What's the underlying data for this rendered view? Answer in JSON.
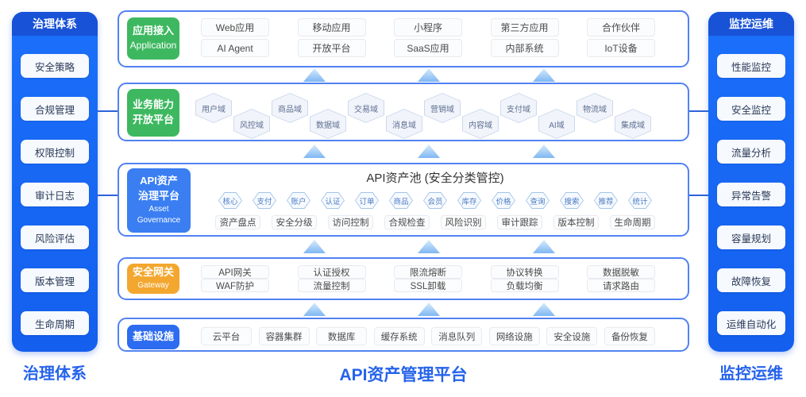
{
  "title": "API资产管理平台",
  "colors": {
    "sidebar_blue": "#1b70fa",
    "sidebar_header_blue": "#1852d6",
    "accent_green": "#3eb860",
    "accent_orange": "#f3a72f",
    "accent_blue_box": "#3a7ef2",
    "layer_border_blue": "#5282f2",
    "footer_text_blue": "#2563eb",
    "arrow_light_blue": "#7fb7f3"
  },
  "left_panel": {
    "header": "治理体系",
    "items": [
      "安全策略",
      "合规管理",
      "权限控制",
      "审计日志",
      "风险评估",
      "版本管理",
      "生命周期"
    ]
  },
  "right_panel": {
    "header": "监控运维",
    "items": [
      "性能监控",
      "安全监控",
      "流量分析",
      "异常告警",
      "容量规划",
      "故障恢复",
      "运维自动化"
    ]
  },
  "layers": {
    "application": {
      "label": {
        "line1": "应用接入",
        "line2": "Application"
      },
      "row1": [
        "Web应用",
        "移动应用",
        "小程序",
        "第三方应用",
        "合作伙伴"
      ],
      "row2": [
        "AI Agent",
        "开放平台",
        "SaaS应用",
        "内部系统",
        "IoT设备"
      ]
    },
    "business": {
      "label": {
        "line1": "业务能力",
        "line2": "开放平台"
      },
      "domains": [
        "用户域",
        "风控域",
        "商品域",
        "数据域",
        "交易域",
        "消息域",
        "营销域",
        "内容域",
        "支付域",
        "AI域",
        "物流域",
        "集成域"
      ]
    },
    "asset": {
      "label": {
        "line1": "API资产",
        "line2": "治理平台",
        "line3": "Asset Governance"
      },
      "pool_title": "API资产池 (安全分类管控)",
      "tags": [
        "核心",
        "支付",
        "账户",
        "认证",
        "订单",
        "商品",
        "会员",
        "库存",
        "价格",
        "查询",
        "搜索",
        "推荐",
        "统计"
      ],
      "actions": [
        "资产盘点",
        "安全分级",
        "访问控制",
        "合规检查",
        "风险识别",
        "审计跟踪",
        "版本控制",
        "生命周期"
      ]
    },
    "gateway": {
      "label": {
        "line1": "安全网关",
        "line2": "Gateway"
      },
      "row1": [
        "API网关",
        "认证授权",
        "限流熔断",
        "协议转换",
        "数据脱敏"
      ],
      "row2": [
        "WAF防护",
        "流量控制",
        "SSL卸载",
        "负载均衡",
        "请求路由"
      ]
    },
    "infrastructure": {
      "label": {
        "line1": "基础设施"
      },
      "items": [
        "云平台",
        "容器集群",
        "数据库",
        "缓存系统",
        "消息队列",
        "网络设施",
        "安全设施",
        "备份恢复"
      ]
    }
  },
  "footer": {
    "left": "治理体系",
    "center": "API资产管理平台",
    "right": "监控运维"
  }
}
